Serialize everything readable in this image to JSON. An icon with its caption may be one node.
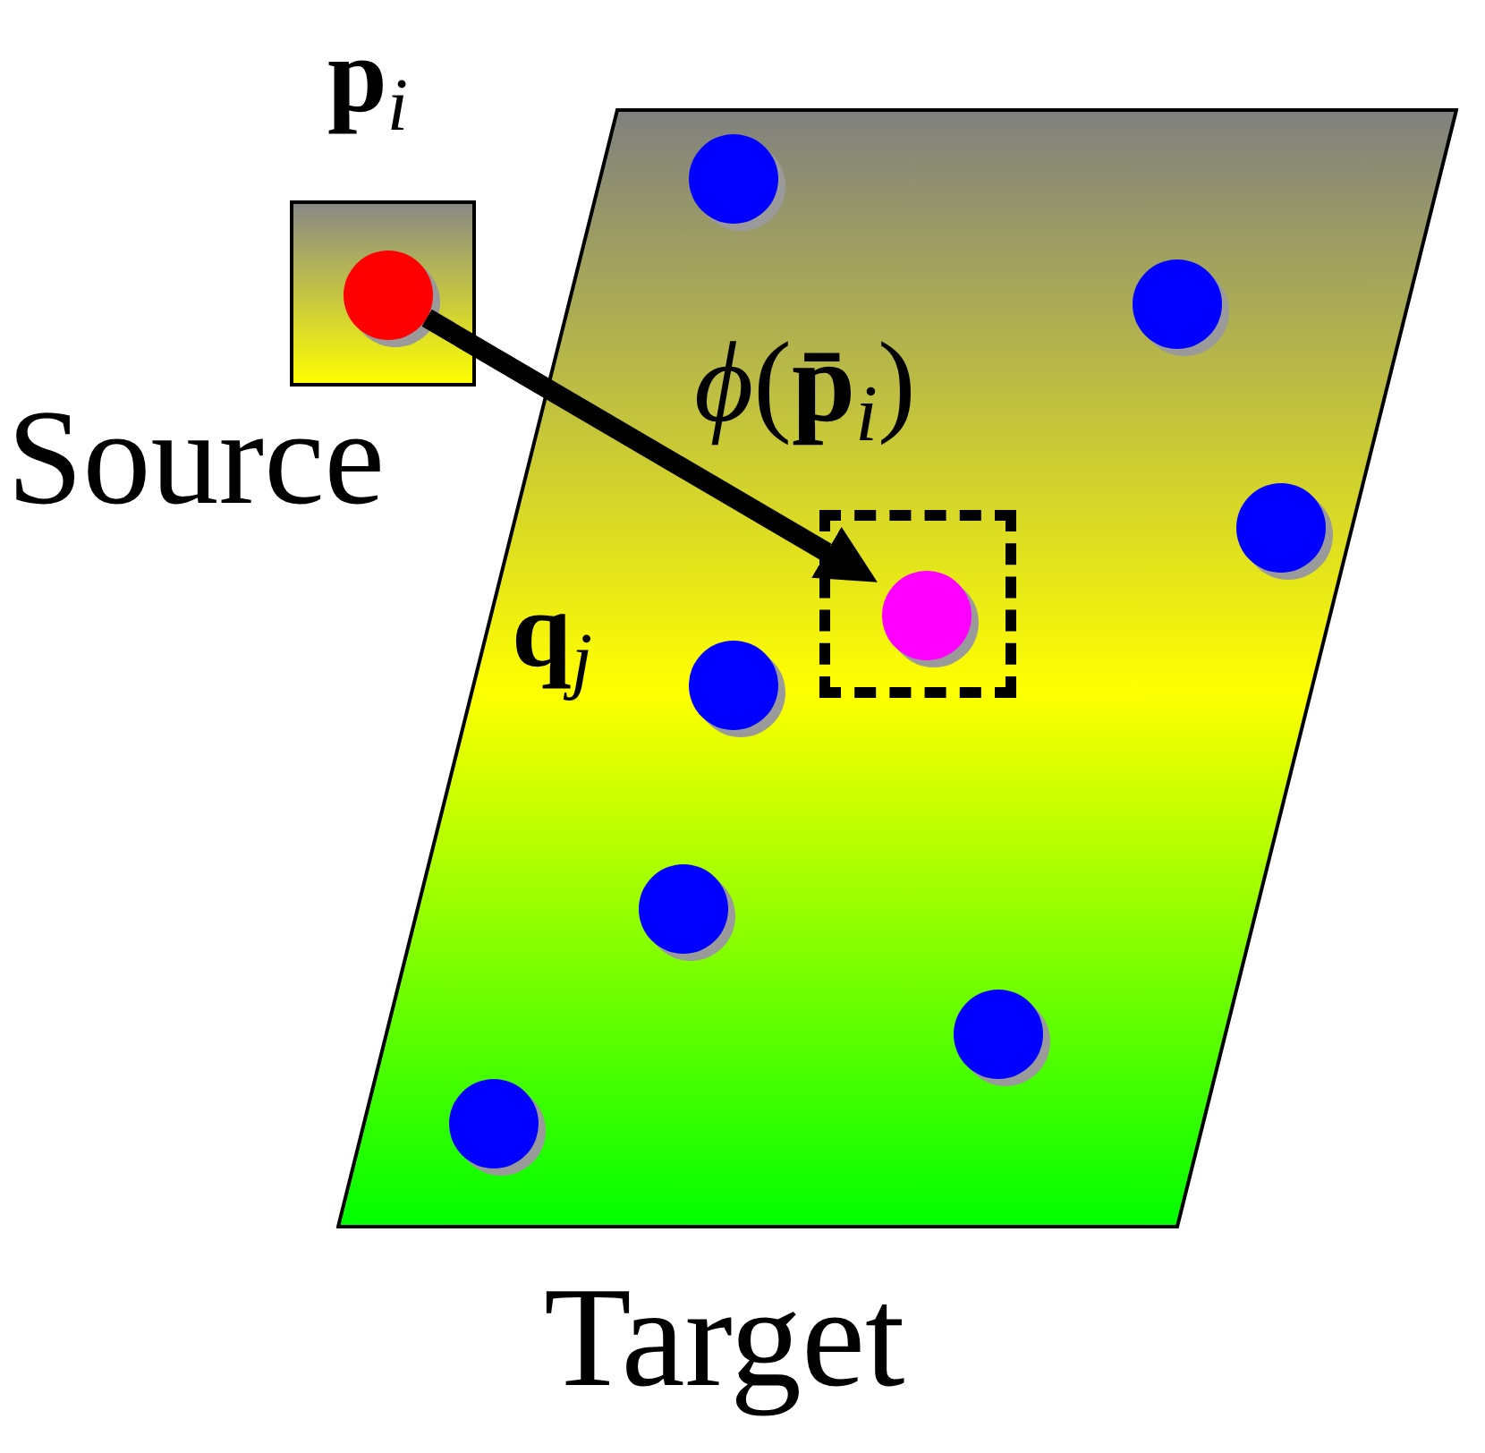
{
  "diagram": {
    "nodes": [
      {
        "text": [
          "Source"
        ]
      },
      {
        "text": [],
        "shape": "circle",
        "in": 0,
        "beside": [
          "**p**$_{i}$"
        ]
      },
      {
        "text": [
          "Target"
        ]
      },
      {
        "text": [],
        "shape": "circle",
        "in": 2
      },
      {
        "text": [],
        "shape": "circle",
        "in": 2
      },
      {
        "text": [],
        "shape": "box",
        "in": 2,
        "beside": [
          "*ϕ*(**p̄**$_{i}$)"
        ]
      },
      {
        "text": [],
        "shape": "circle",
        "in": 5
      },
      {
        "text": [],
        "shape": "circle",
        "in": 2
      },
      {
        "text": [],
        "shape": "circle",
        "in": 2,
        "beside": [
          "**q**$_{j}$"
        ]
      },
      {
        "text": [],
        "shape": "circle",
        "in": 2
      },
      {
        "text": [],
        "shape": "circle",
        "in": 2
      },
      {
        "text": [],
        "shape": "circle",
        "in": 2
      }
    ],
    "edges": [
      {
        "from": 1,
        "to": 6,
        "arrow": "to"
      }
    ]
  }
}
